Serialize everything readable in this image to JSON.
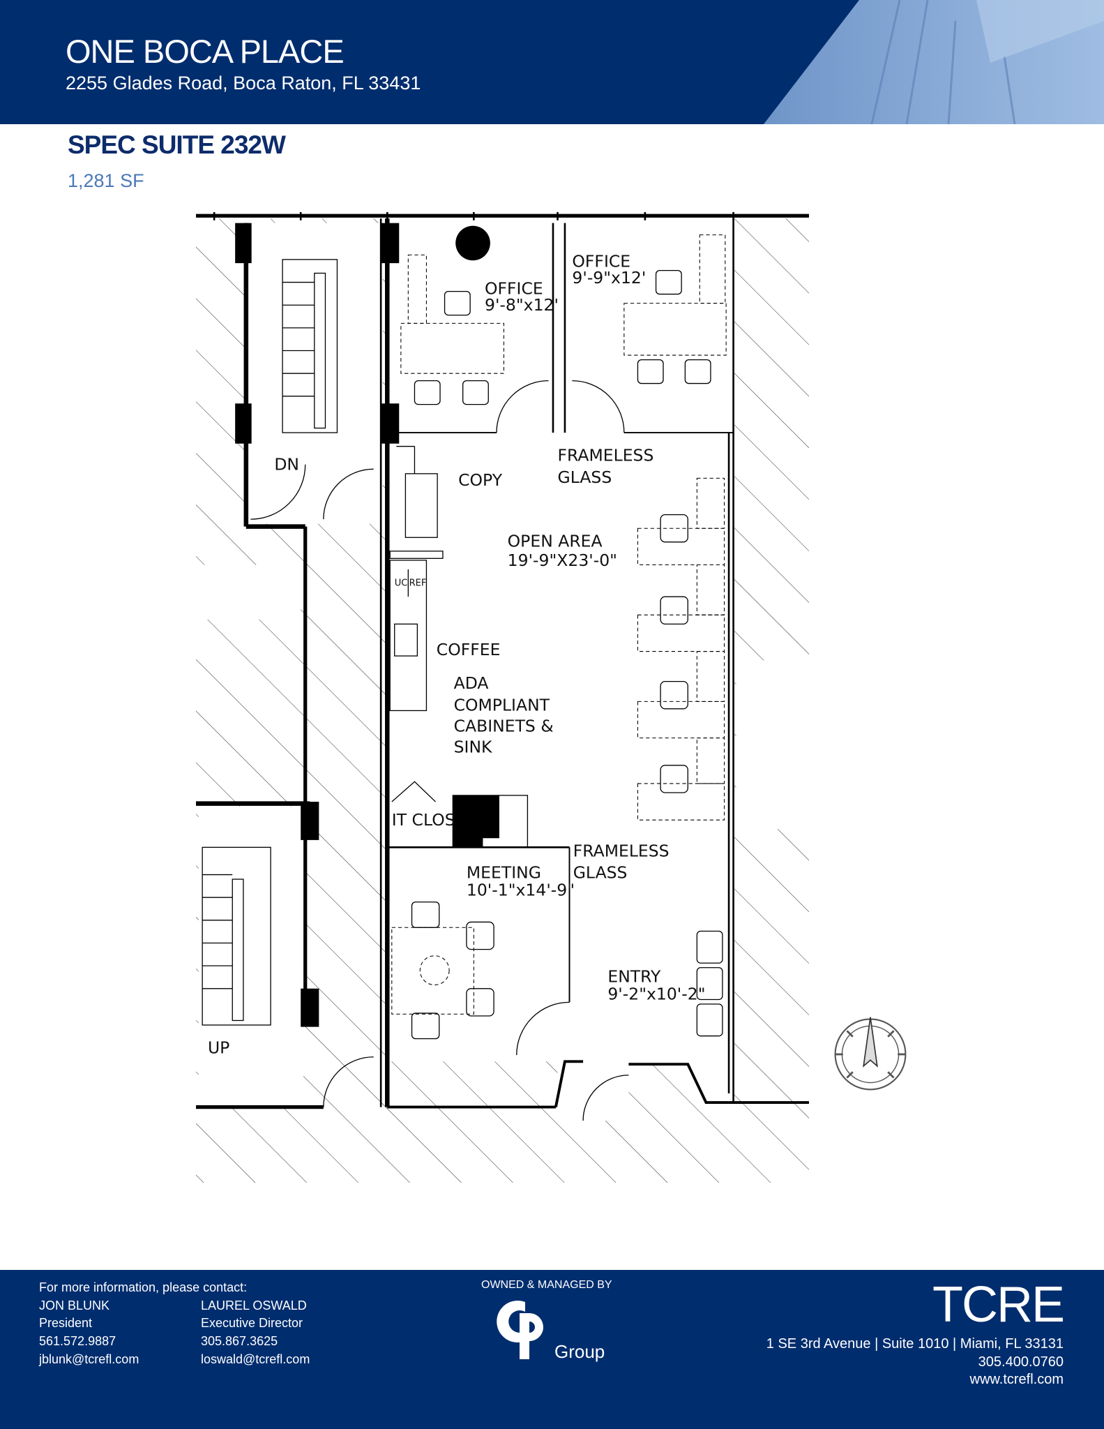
{
  "header": {
    "title": "ONE BOCA PLACE",
    "address": "2255 Glades Road, Boca Raton, FL 33431",
    "brand_color": "#002d6e"
  },
  "suite": {
    "name": "SPEC SUITE 232W",
    "area": "1,281 SF"
  },
  "floorplan": {
    "office_1": {
      "name": "OFFICE",
      "size": "9'-8\"x12'"
    },
    "office_2": {
      "name": "OFFICE",
      "size": "9'-9\"x12'"
    },
    "glass_1": [
      "FRAMELESS",
      "GLASS"
    ],
    "copy": "COPY",
    "open_area": {
      "name": "OPEN AREA",
      "size": "19'-9\"X23'-0\""
    },
    "uc": "UC",
    "ref": "REF",
    "coffee": "COFFEE",
    "ada": [
      "ADA",
      "COMPLIANT",
      "CABINETS &",
      "SINK"
    ],
    "it_closet": "IT CLOS",
    "glass_2": [
      "FRAMELESS",
      "GLASS"
    ],
    "meeting": {
      "name": "MEETING",
      "size": "10'-1\"x14'-9\""
    },
    "entry": {
      "name": "ENTRY",
      "size": "9'-2\"x10'-2\""
    },
    "dn": "DN",
    "up": "UP",
    "compass_icon": "north-arrow-icon"
  },
  "footer": {
    "contact_intro": "For more information, please contact:",
    "contacts": [
      {
        "name": "JON BLUNK",
        "title": "President",
        "phone": "561.572.9887",
        "email": "jblunk@tcrefl.com"
      },
      {
        "name": "LAUREL OSWALD",
        "title": "Executive Director",
        "phone": "305.867.3625",
        "email": "loswald@tcrefl.com"
      }
    ],
    "owned_by": "OWNED & MANAGED BY",
    "owner_logo": "CP Group",
    "owner_logo_word": "Group",
    "broker_logo": "TCRE",
    "broker_address": "1 SE 3rd Avenue | Suite 1010 | Miami, FL 33131",
    "broker_phone": "305.400.0760",
    "broker_web": "www.tcrefl.com"
  }
}
